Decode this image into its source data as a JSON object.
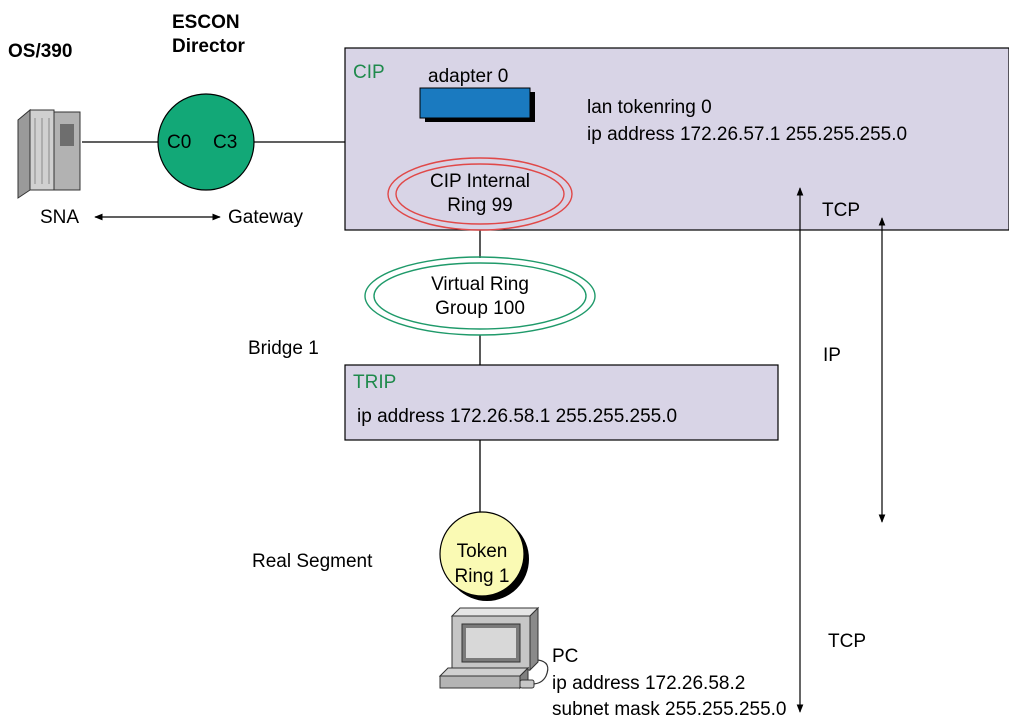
{
  "mainframe": {
    "label": "OS/390"
  },
  "director": {
    "title_line1": "ESCON",
    "title_line2": "Director",
    "port_left": "C0",
    "port_right": "C3"
  },
  "sna_gateway": {
    "left": "SNA",
    "right": "Gateway"
  },
  "cip": {
    "label": "CIP",
    "adapter": "adapter 0",
    "config_line1": "lan tokenring 0",
    "config_line2": "ip address 172.26.57.1  255.255.255.0",
    "internal_ring_line1": "CIP Internal",
    "internal_ring_line2": "Ring 99"
  },
  "virtual_ring": {
    "line1": "Virtual Ring",
    "line2": "Group 100"
  },
  "bridge": {
    "label": "Bridge 1"
  },
  "trip": {
    "label": "TRIP",
    "config": "ip address 172.26.58.1  255.255.255.0"
  },
  "segment": {
    "label": "Real Segment"
  },
  "token_ring": {
    "line1": "Token",
    "line2": "Ring 1"
  },
  "pc": {
    "label": "PC",
    "ip": "ip address 172.26.58.2",
    "mask": "subnet mask 255.255.255.0"
  },
  "protocols": {
    "tcp_top": "TCP",
    "ip": "IP",
    "tcp_bottom": "TCP"
  },
  "colors": {
    "box_fill": "#d8d4e6",
    "director_fill": "#12a877",
    "adapter_fill": "#1a7ac0",
    "internal_ring": "#e04848",
    "virtual_ring": "#1f9a6a",
    "token_ring_fill": "#fafab4",
    "label_green": "#1f8a4c"
  }
}
